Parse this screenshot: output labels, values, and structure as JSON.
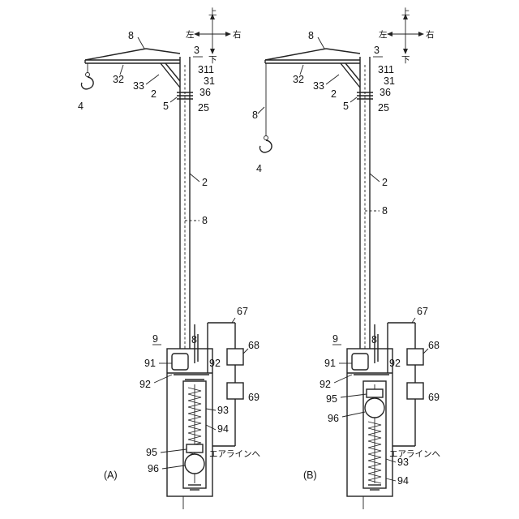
{
  "directions": {
    "up": "上",
    "down": "下",
    "left": "左",
    "right": "右"
  },
  "panels": [
    {
      "caption": "(A)",
      "labels": {
        "p3": "3",
        "p8_top": "8",
        "p32": "32",
        "p33": "33",
        "p311": "311",
        "p31": "31",
        "p2_small": "2",
        "p36": "36",
        "p5": "5",
        "p25": "25",
        "p4": "4",
        "p2_mid": "2",
        "p8_mid": "8",
        "p67": "67",
        "p9": "9",
        "p8_low": "8",
        "p68": "68",
        "p91": "91",
        "p92a": "92",
        "p92b": "92",
        "p69": "69",
        "p93": "93",
        "p94": "94",
        "p95": "95",
        "p96": "96"
      },
      "air_label": "エアラインへ"
    },
    {
      "caption": "(B)",
      "labels": {
        "p3": "3",
        "p8_top": "8",
        "p32": "32",
        "p33": "33",
        "p311": "311",
        "p31": "31",
        "p2_small": "2",
        "p36": "36",
        "p5": "5",
        "p25": "25",
        "p8_rope": "8",
        "p4": "4",
        "p2_mid": "2",
        "p8_mid": "8",
        "p67": "67",
        "p9": "9",
        "p8_low": "8",
        "p68": "68",
        "p91": "91",
        "p92a": "92",
        "p92b": "92",
        "p69": "69",
        "p95": "95",
        "p96": "96",
        "p93": "93",
        "p94": "94"
      },
      "air_label": "エアラインへ"
    }
  ]
}
